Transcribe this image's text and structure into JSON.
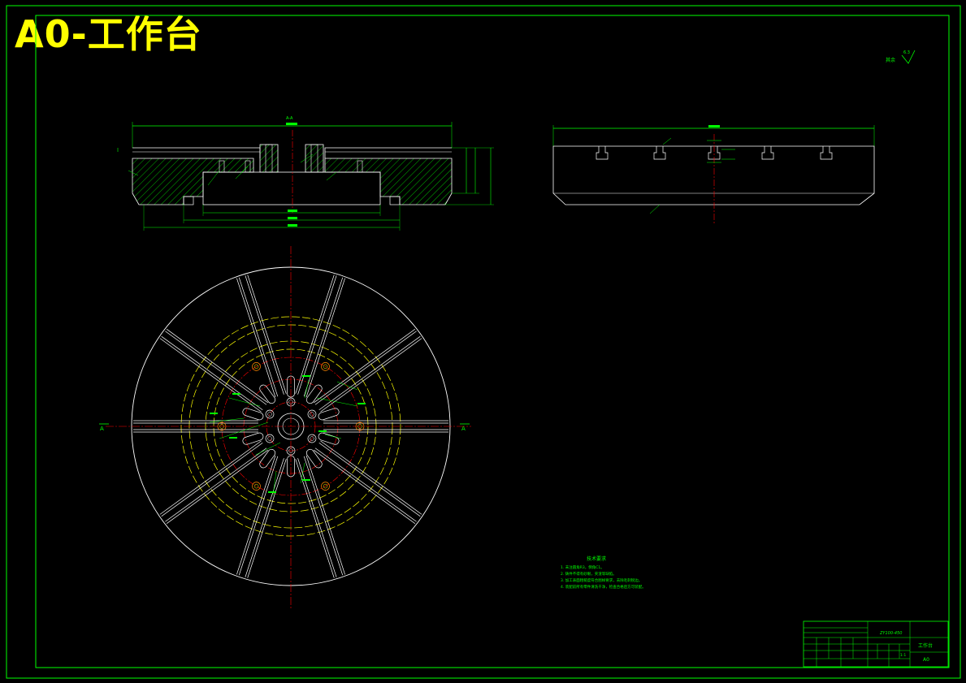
{
  "sheet": {
    "title": "A0-工作台",
    "surface_mark": "6.3",
    "surface_mark_note": "其余"
  },
  "section_view": {
    "label": "A-A"
  },
  "plan_view": {
    "section_mark_left": "A",
    "section_mark_right": "A"
  },
  "tech_requirements": {
    "heading": "技术要求",
    "items": [
      "1. 未注圆角R3，倒角C1。",
      "2. 铸件不得有砂眼，夹渣等缺陷。",
      "3. 加工表面粗糙度符合图样要求，去除毛刺锐边。",
      "4. 装配前所有零件清洗干净，检查合格后方可装配。"
    ]
  },
  "title_block": {
    "drawing_no": "ZY100-450",
    "part_name": "工作台",
    "scale": "1:1",
    "size": "A0"
  },
  "colors": {
    "background": "#000000",
    "border": "#00ff00",
    "outline": "#ffffff",
    "dimension": "#00ff00",
    "centerline": "#ff0000",
    "hidden": "#ffff00",
    "title": "#ffff00"
  }
}
